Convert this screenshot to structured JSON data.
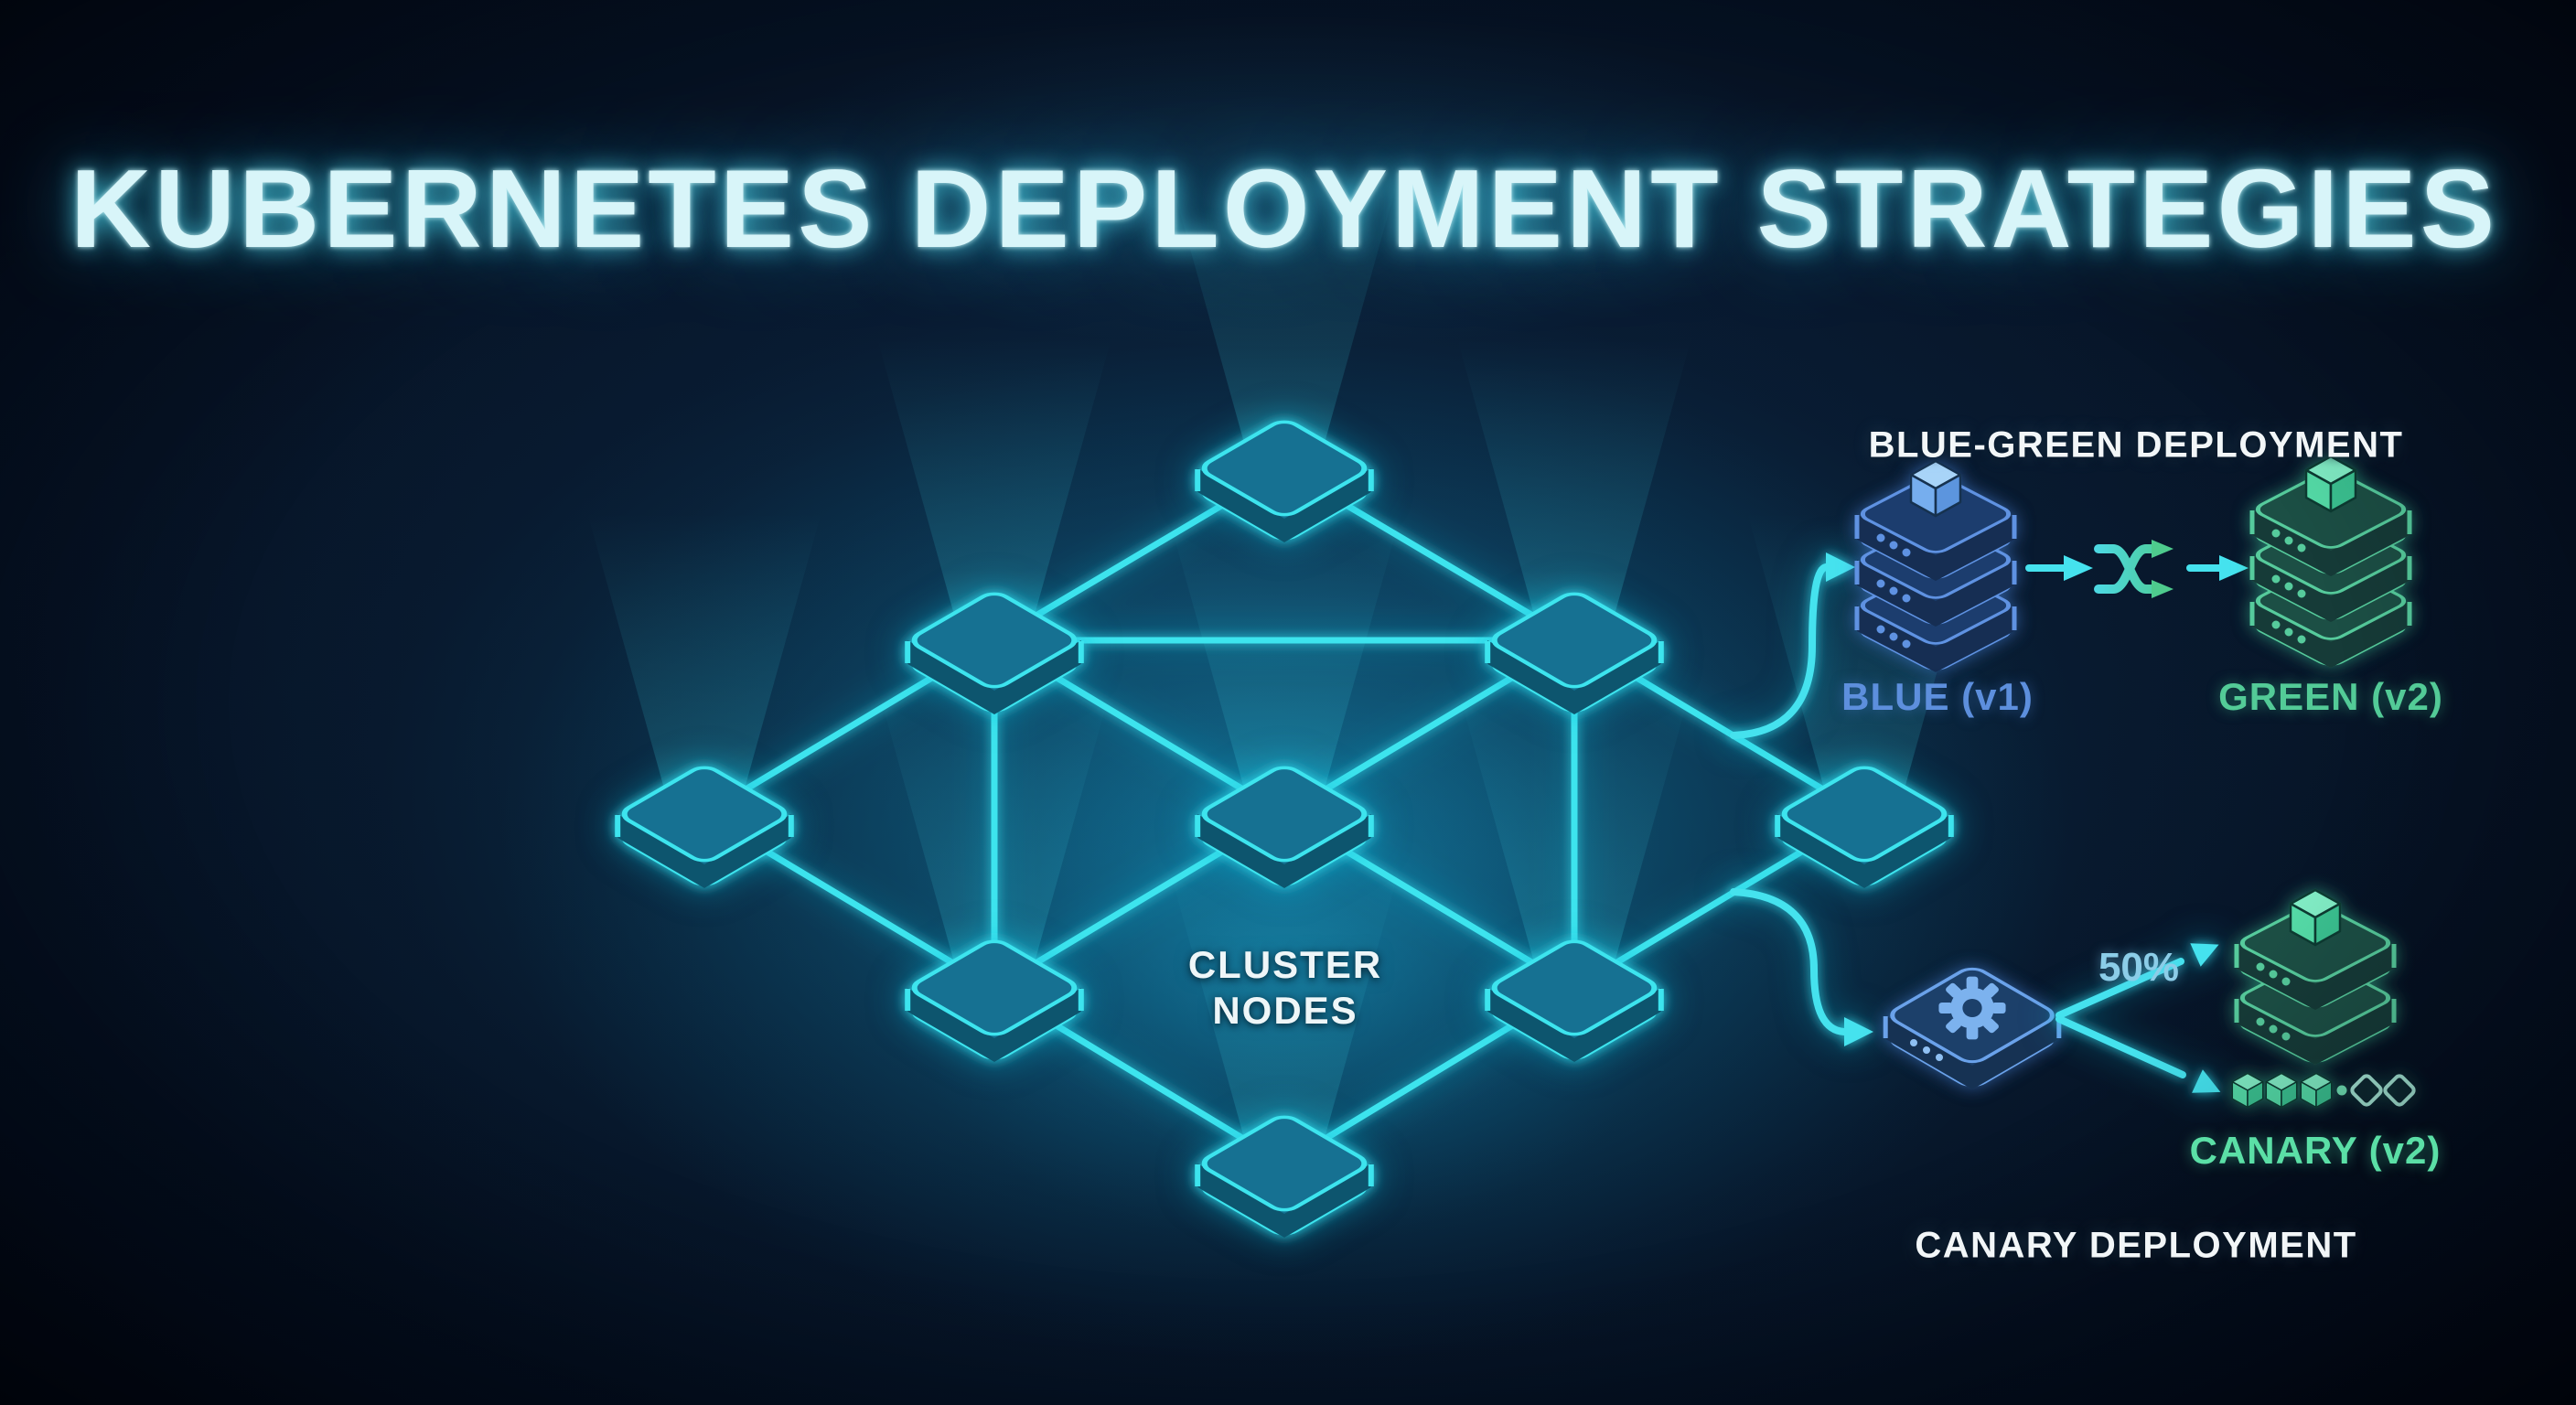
{
  "title": "KUBERNETES DEPLOYMENT STRATEGIES",
  "cluster": {
    "line1": "CLUSTER",
    "line2": "NODES",
    "node_count": 9
  },
  "blue_green": {
    "heading": "BLUE-GREEN DEPLOYMENT",
    "source_label": "BLUE (v1)",
    "target_label": "GREEN (v2)"
  },
  "canary": {
    "heading": "CANARY DEPLOYMENT",
    "traffic_percent": "50%",
    "label": "CANARY (v2)",
    "new_pods_count": 3,
    "old_pod_slots_count": 2
  },
  "icons": {
    "cluster_node": "isometric-slab-icon",
    "switch": "shuffle-icon",
    "router": "gear-icon",
    "server": "server-stack-icon",
    "new_pod": "cube-icon",
    "old_pod_slot": "diamond-outline-icon"
  },
  "colors": {
    "background": "#071528",
    "cluster_cyan": "#3ce4ee",
    "blue_accent": "#5d8fdd",
    "green_accent": "#53cb97",
    "mint_accent": "#5bdfa6",
    "traffic_label": "#8ccde8",
    "heading_white": "#f2f6f8"
  }
}
